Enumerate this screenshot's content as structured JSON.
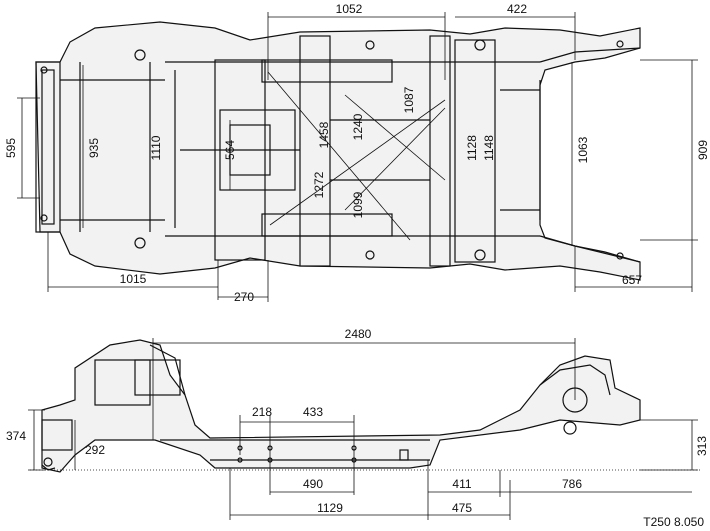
{
  "top_view": {
    "dimensions": [
      "1052",
      "422",
      "1087",
      "1458",
      "1240",
      "595",
      "935",
      "1110",
      "564",
      "1272",
      "1099",
      "1128",
      "1148",
      "1063",
      "909",
      "1015",
      "270",
      "657"
    ]
  },
  "side_view": {
    "dimensions": [
      "2480",
      "218",
      "433",
      "374",
      "292",
      "490",
      "411",
      "786",
      "313",
      "1129",
      "475"
    ]
  },
  "figure_code": "T250 8.050",
  "colors": {
    "ink": "#111111",
    "frame_fill": "#f2f2f2",
    "background": "#ffffff"
  }
}
